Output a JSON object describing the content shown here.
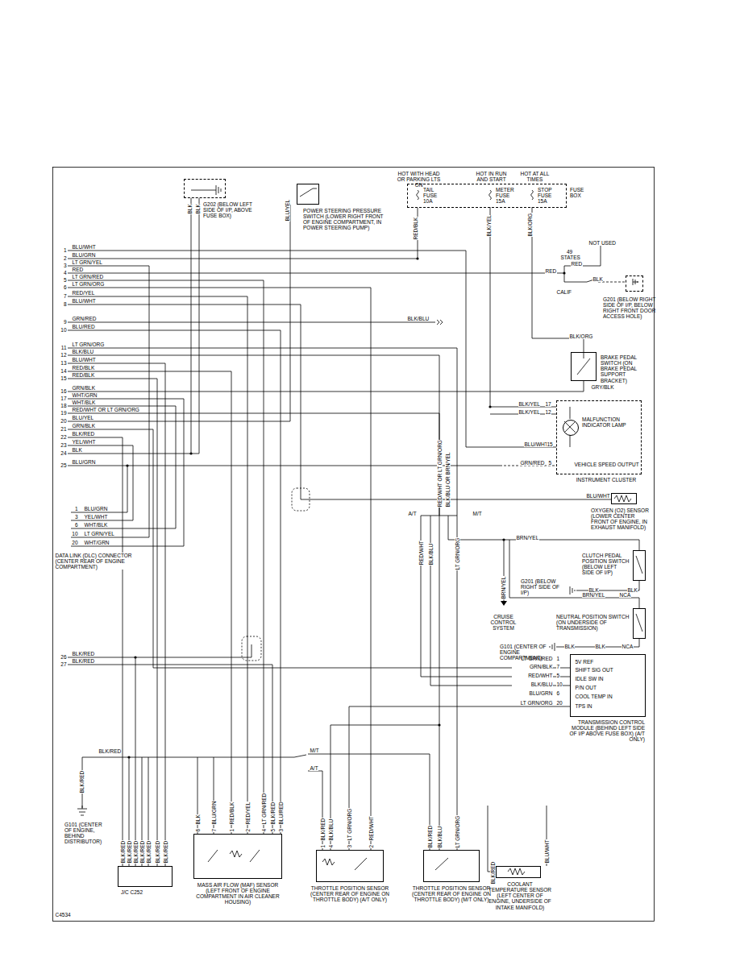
{
  "diagram": {
    "nodes": [
      {
        "text": [
          "G202 (BELOW LEFT SIDE OF I/P, ABOVE FUSE BOX)"
        ]
      },
      {
        "text": [
          "POWER STEERING PRESSURE SWITCH (LOWER RIGHT FRONT OF ENGINE COMPARTMENT, IN POWER STEERING PUMP)"
        ]
      },
      {
        "text": [
          "FUSE BOX"
        ]
      },
      {
        "text": [
          "TAIL FUSE 10A"
        ],
        "in": 2
      },
      {
        "text": [
          "METER FUSE 15A"
        ],
        "in": 2
      },
      {
        "text": [
          "STOP FUSE 15A"
        ],
        "in": 2
      },
      {
        "text": [
          "G201 (BELOW RIGHT SIDE OF I/P, BELOW RIGHT FRONT DOOR ACCESS HOLE)"
        ]
      },
      {
        "text": [
          "BRAKE PEDAL SWITCH (ON BRAKE PEDAL SUPPORT BRACKET)"
        ]
      },
      {
        "text": [
          "INSTRUMENT CLUSTER"
        ]
      },
      {
        "text": [
          "MALFUNCTION INDICATOR LAMP"
        ],
        "in": 8
      },
      {
        "text": [
          "OXYGEN (O2) SENSOR (LOWER CENTER FRONT OF ENGINE, IN EXHAUST MANIFOLD)"
        ]
      },
      {
        "text": [
          "CLUTCH PEDAL POSITION SWITCH (BELOW LEFT SIDE OF I/P)"
        ]
      },
      {
        "text": [
          "G201 (BELOW RIGHT SIDE OF I/P)"
        ]
      },
      {
        "text": [
          "NEUTRAL POSITION SWITCH (ON UNDERSIDE OF TRANSMISSION)"
        ]
      },
      {
        "text": [
          "G101 (CENTER OF ENGINE COMPARTMENT)"
        ]
      },
      {
        "text": [
          "TRANSMISSION CONTROL MODULE (BEHIND LEFT SIDE OF I/P ABOVE FUSE BOX) (A/T ONLY)"
        ]
      },
      {
        "text": [
          "G101 (CENTER OF ENGINE, BEHIND DISTRIBUTOR)"
        ]
      },
      {
        "text": [
          "J/C C252"
        ]
      },
      {
        "text": [
          "MASS AIR FLOW (MAF) SENSOR (LEFT FRONT OF ENGINE COMPARTMENT IN AIR CLEANER HOUSING)"
        ]
      },
      {
        "text": [
          "THROTTLE POSITION SENSOR (CENTER REAR OF ENGINE ON THROTTLE BODY) (A/T ONLY)"
        ]
      },
      {
        "text": [
          "THROTTLE POSITION SENSOR (CENTER REAR OF ENGINE ON THROTTLE BODY) (M/T ONLY)"
        ]
      },
      {
        "text": [
          "COOLANT TEMPERATURE SENSOR (LEFT CENTER OF ENGINE, UNDERSIDE OF INTAKE MANIFOLD)"
        ]
      }
    ],
    "edges": [
      {
        "from": 5,
        "to": 7,
        "arrow": "none"
      },
      {
        "from": 4,
        "to": 8,
        "arrow": "none"
      },
      {
        "from": 11,
        "to": 12,
        "arrow": "none"
      },
      {
        "from": 13,
        "to": 14,
        "arrow": "none"
      },
      {
        "from": 17,
        "to": 16,
        "arrow": "none"
      },
      {
        "from": 19,
        "to": 15,
        "arrow": "none"
      }
    ],
    "labels": [
      "HOT WITH HEAD OR PARKING LTS ON",
      "HOT IN RUN AND START",
      "HOT AT ALL TIMES",
      "BLK",
      "BLK",
      "BLU/YEL",
      "RED/BLK",
      "BLK/YEL",
      "BLK/ORG",
      "49 STATES",
      "NOT USED",
      "RED",
      "RED",
      "CALIF",
      "BLK",
      "1",
      "BLU/WHT",
      "2",
      "BLU/GRN",
      "3",
      "LT GRN/YEL",
      "4",
      "RED",
      "5",
      "LT GRN/RED",
      "6",
      "LT GRN/ORG",
      "7",
      "RED/YEL",
      "8",
      "BLU/WHT",
      "9",
      "GRN/RED",
      "10",
      "BLU/RED",
      "11",
      "LT GRN/ORG",
      "12",
      "BLK/BLU",
      "13",
      "BLU/WHT",
      "14",
      "RED/BLK",
      "15",
      "RED/BLK",
      "16",
      "GRN/BLK",
      "17",
      "WHT/GRN",
      "18",
      "WHT/BLK",
      "19",
      "RED/WHT OR LT GRN/ORG",
      "20",
      "BLU/YEL",
      "21",
      "GRN/BLK",
      "22",
      "BLK/RED",
      "23",
      "YEL/WHT",
      "24",
      "BLK",
      "25",
      "BLU/GRN",
      "26",
      "BLK/RED",
      "27",
      "BLK/RED",
      "BLK/BLU",
      "BLK/ORG",
      "GRY/BLK",
      "BLK/YEL",
      "17",
      "BLK/YEL",
      "12",
      "BLU/WHT",
      "15",
      "GRN/RED",
      "5",
      "VEHICLE SPEED OUTPUT",
      "RED/WHT OR LT GRN/ORG",
      "BLK/BLU OR BRN/YEL",
      "A/T",
      "M/T",
      "RED/WHT",
      "BLK/BLU",
      "LT GRN/ORG",
      "BRN/YEL",
      "BRN/YEL",
      "CRUISE CONTROL SYSTEM",
      "BLU/WHT",
      "BLK",
      "BLK",
      "BRN/YEL",
      "NCA",
      "BLK",
      "BLK",
      "NCA",
      "LT GRN/RED",
      "1",
      "5V REF",
      "GRN/BLK",
      "7",
      "SHIFT SIG OUT",
      "RED/WHT",
      "5",
      "IDLE SW IN",
      "BLK/BLU",
      "10",
      "P/N OUT",
      "BLU/GRN",
      "6",
      "COOL TEMP IN",
      "LT GRN/ORG",
      "20",
      "TPS IN",
      "BLK/RED",
      "M/T",
      "A/T",
      "BLK/RED",
      "6",
      "BLK",
      "7",
      "BLU/GRN",
      "1",
      "RED/BLK",
      "2",
      "RED/YEL",
      "4",
      "LT GRN/RED",
      "5",
      "BLK/RED",
      "3",
      "BLU/RED",
      "1",
      "BLK/RED",
      "4",
      "BLK/BLU",
      "3",
      "LT GRN/ORG",
      "2",
      "RED/WHT",
      "BLK/RED",
      "BLK/BLU",
      "LT GRN/ORG",
      "BLK/RED",
      "BLU/WHT",
      "BLK/RED",
      "BLK/RED",
      "BLK/RED",
      "BLK/RED",
      "BLK/RED",
      "BLK/RED",
      "BLK/RED",
      "1",
      "BLU/GRN",
      "3",
      "YEL/WHT",
      "6",
      "WHT/BLK",
      "10",
      "LT GRN/YEL",
      "20",
      "WHT/GRN",
      "DATA LINK (DLC) CONNECTOR (CENTER REAR OF ENGINE COMPARTMENT)",
      "C4534"
    ]
  }
}
